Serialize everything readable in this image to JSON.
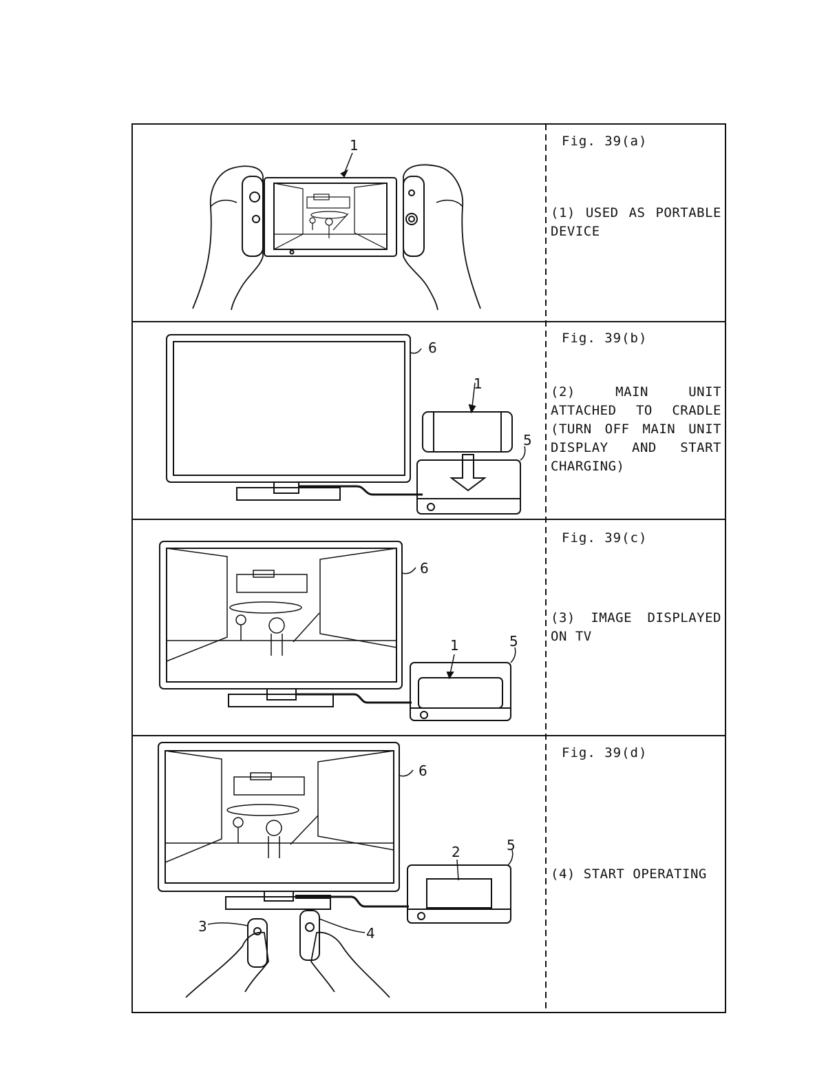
{
  "panels": [
    {
      "fig": "Fig. 39(a)",
      "caption": "(1)  USED  AS  PORTABLE DEVICE",
      "refs": {
        "main_unit": "1"
      }
    },
    {
      "fig": "Fig. 39(b)",
      "caption": "(2) MAIN UNIT ATTACHED TO  CRADLE  (TURN  OFF MAIN UNIT DISPLAY AND START CHARGING)",
      "refs": {
        "main_unit": "1",
        "cradle": "5",
        "tv": "6"
      }
    },
    {
      "fig": "Fig. 39(c)",
      "caption": "(3)  IMAGE DISPLAYED ON TV",
      "refs": {
        "main_unit": "1",
        "cradle": "5",
        "tv": "6"
      }
    },
    {
      "fig": "Fig. 39(d)",
      "caption": "(4)  START OPERATING",
      "refs": {
        "main_body": "2",
        "left_controller": "3",
        "right_controller": "4",
        "cradle": "5",
        "tv": "6"
      }
    }
  ]
}
